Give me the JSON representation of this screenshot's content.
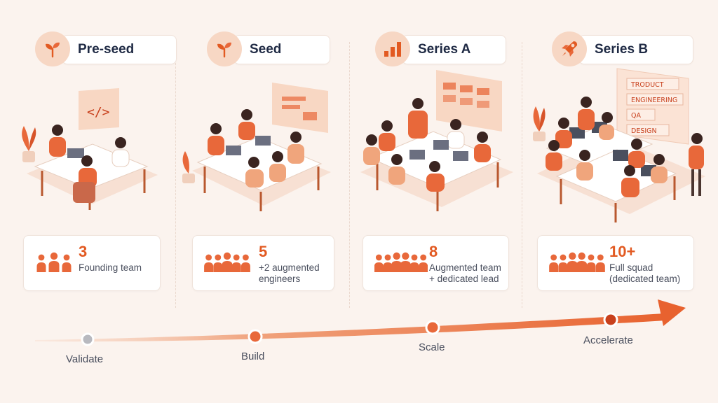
{
  "stages": [
    {
      "name": "Pre-seed",
      "icon": "sprout-icon",
      "count": "3",
      "desc_line1": "Founding team",
      "desc_line2": ""
    },
    {
      "name": "Seed",
      "icon": "sprout-icon",
      "count": "5",
      "desc_line1": "+2 augmented",
      "desc_line2": "engineers"
    },
    {
      "name": "Series A",
      "icon": "bar-chart-icon",
      "count": "8",
      "desc_line1": "Augmented team",
      "desc_line2": "+ dedicated lead"
    },
    {
      "name": "Series B",
      "icon": "rocket-icon",
      "count": "10+",
      "desc_line1": "Full squad",
      "desc_line2": "(dedicated team)"
    }
  ],
  "whiteboard_tags": [
    "TRODUCT",
    "ENGINEERING",
    "QA",
    "DESIGN"
  ],
  "milestones": [
    {
      "label": "Validate",
      "dot_color": "#b8b9bf"
    },
    {
      "label": "Build",
      "dot_color": "#e8683a"
    },
    {
      "label": "Scale",
      "dot_color": "#e8683a"
    },
    {
      "label": "Accelerate",
      "dot_color": "#c8401c"
    }
  ],
  "colors": {
    "accent": "#e8683a",
    "accent_dark": "#c8401c",
    "background": "#fbf3ee",
    "text_dark": "#1f2a44"
  }
}
